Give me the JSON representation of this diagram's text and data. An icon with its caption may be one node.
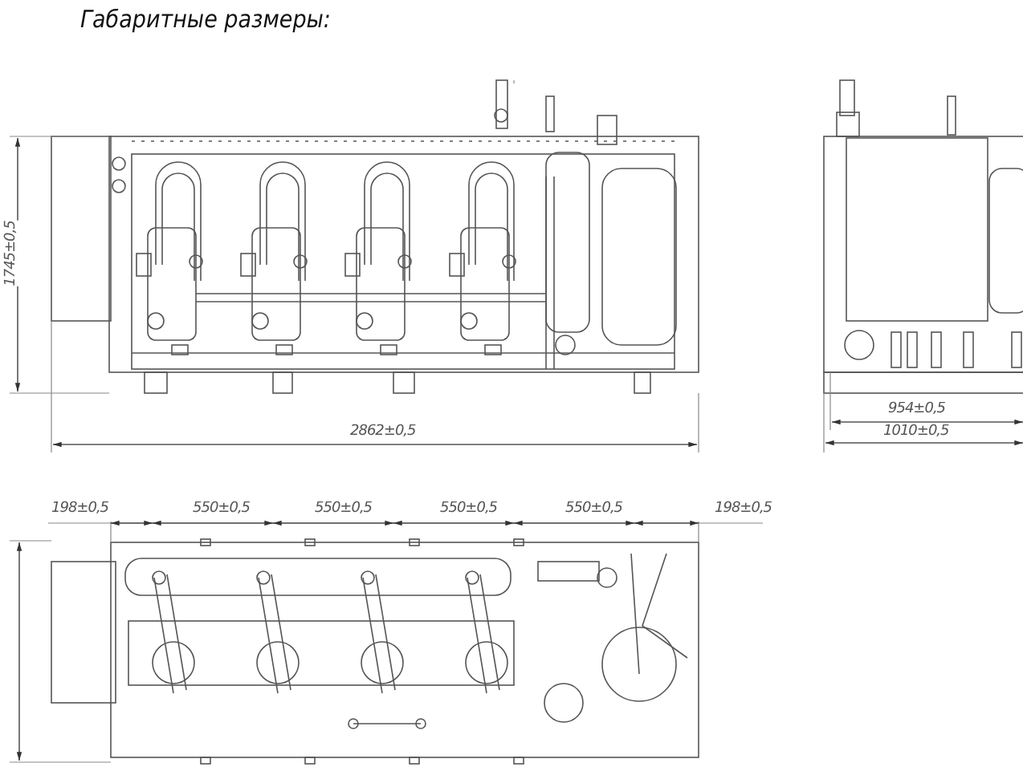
{
  "diagram": {
    "title": "Габаритные размеры:",
    "labels": [
      "1745±0,5",
      "2862±0,5",
      "954±0,5",
      "1010±0,5",
      "198±0,5",
      "550±0,5",
      "550±0,5",
      "550±0,5",
      "550±0,5",
      "198±0,5"
    ]
  }
}
